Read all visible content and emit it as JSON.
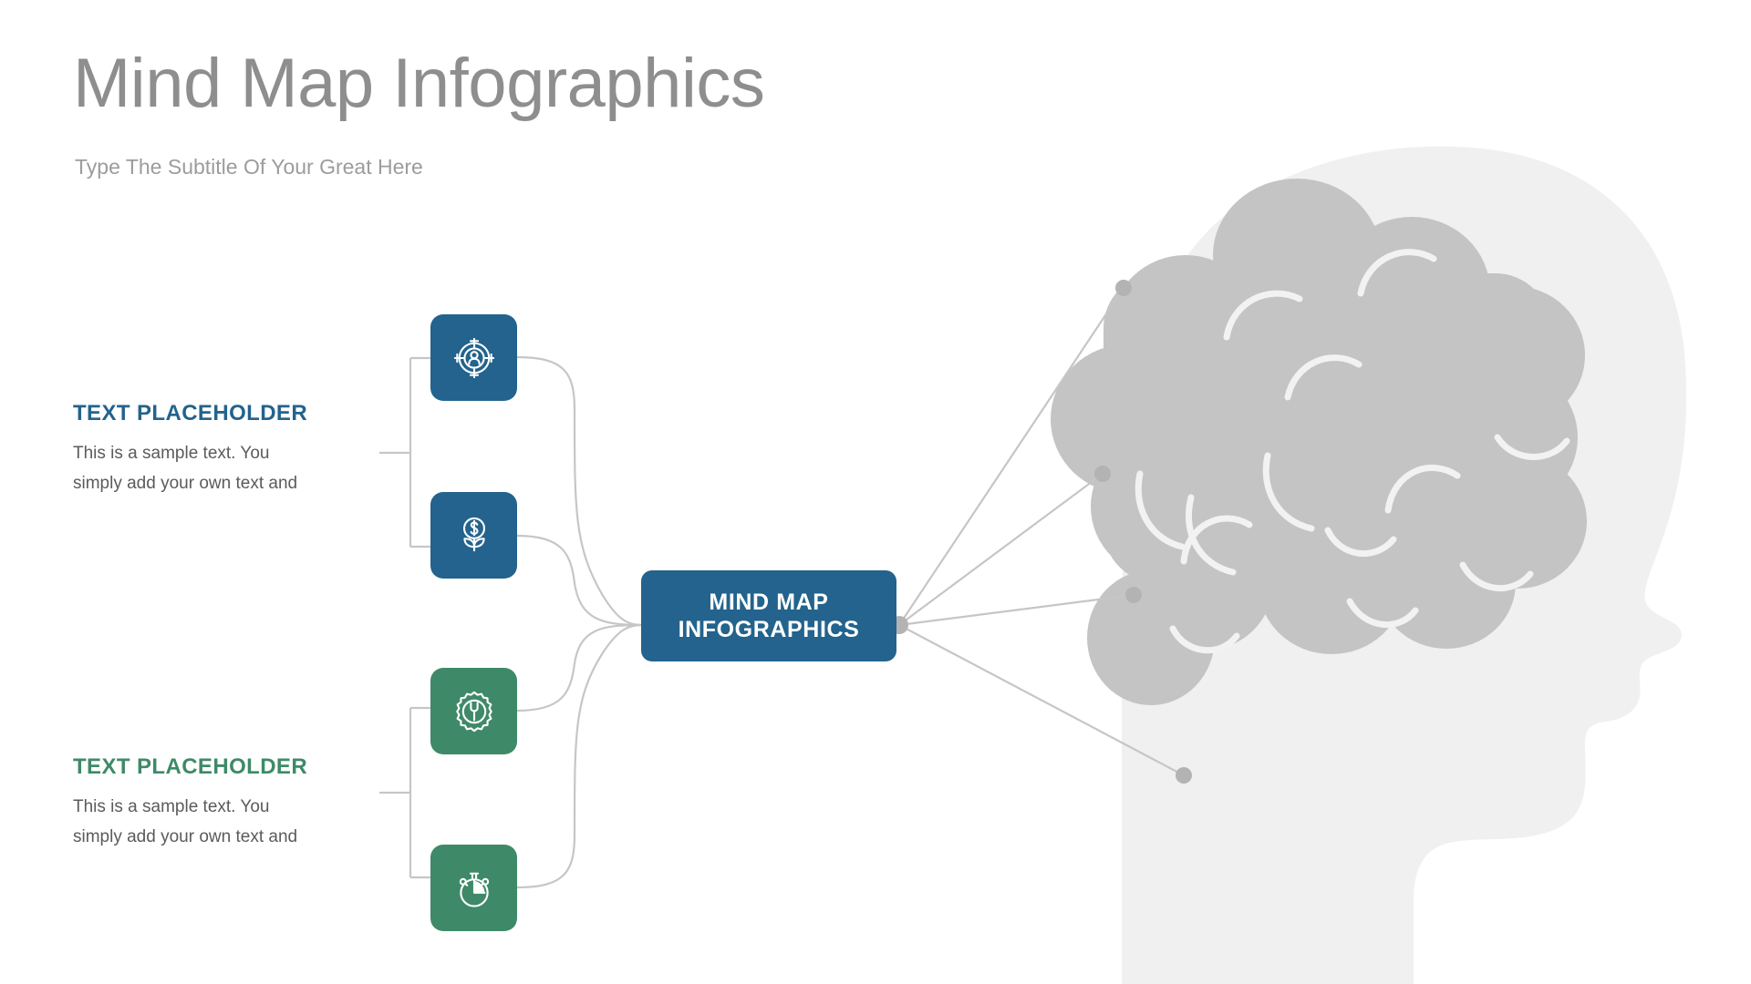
{
  "header": {
    "title": "Mind Map Infographics",
    "subtitle": "Type The Subtitle Of Your Great Here"
  },
  "central_node": {
    "line1": "MIND MAP",
    "line2": "INFOGRAPHICS",
    "color": "#23638d"
  },
  "text_blocks": [
    {
      "title": "TEXT PLACEHOLDER",
      "body_line1": "This is a sample text. You",
      "body_line2": "simply add your own text and",
      "color": "#23638d"
    },
    {
      "title": "TEXT PLACEHOLDER",
      "body_line1": "This is a sample text. You",
      "body_line2": "simply add your own text and",
      "color": "#3e8a68"
    }
  ],
  "icons": [
    {
      "name": "target-audience-icon",
      "color": "#23638d"
    },
    {
      "name": "money-growth-icon",
      "color": "#23638d"
    },
    {
      "name": "gear-wrench-icon",
      "color": "#3e8a68"
    },
    {
      "name": "stopwatch-icon",
      "color": "#3e8a68"
    }
  ],
  "illustration": {
    "name": "head-brain-silhouette",
    "head_color": "#f0f0f0",
    "brain_color": "#c4c4c4",
    "brain_detail_color": "#f2f2f2"
  },
  "connectors": {
    "line_color": "#c6c6c6",
    "dot_color": "#b3b3b3",
    "hub_count": 4,
    "node_count": 4
  },
  "palette": {
    "blue": "#23638d",
    "green": "#3e8a68",
    "title_gray": "#8e8e8e",
    "body_gray": "#5b5b5b",
    "background": "#ffffff"
  }
}
